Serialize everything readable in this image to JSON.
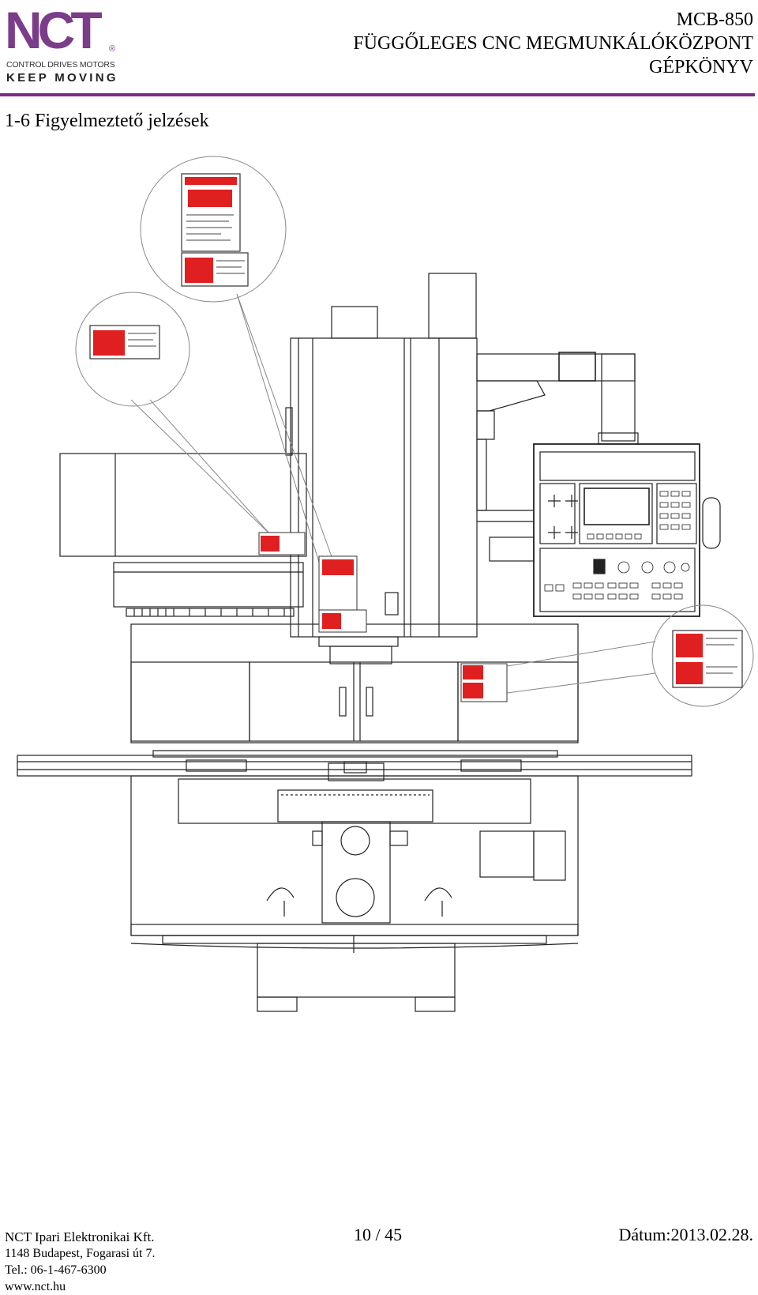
{
  "logo": {
    "mark": "NCT",
    "registered": "®",
    "tagline": "CONTROL DRIVES MOTORS",
    "slogan": "KEEP MOVING"
  },
  "header": {
    "model": "MCB-850",
    "title": "FÜGGŐLEGES CNC MEGMUNKÁLÓKÖZPONT",
    "subtitle": "GÉPKÖNYV"
  },
  "section": {
    "title": "1-6 Figyelmeztető jelzések"
  },
  "colors": {
    "brand_purple": "#7b2a86",
    "warning_red": "#e02020"
  },
  "footer": {
    "company": "NCT Ipari Elektronikai Kft.",
    "address": "1148 Budapest, Fogarasi út 7.",
    "phone": "Tel.: 06-1-467-6300",
    "web": "www.nct.hu",
    "page": "10 / 45",
    "date": "Dátum:2013.02.28."
  }
}
